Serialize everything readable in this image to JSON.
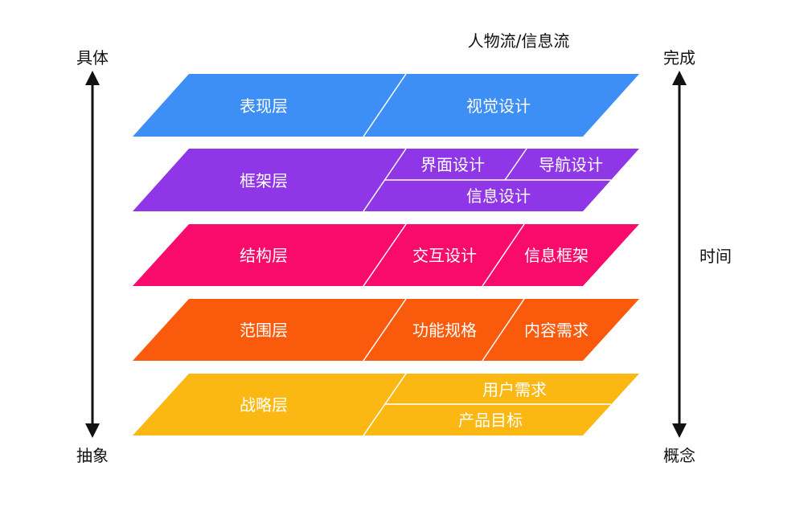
{
  "top_label": "人物流/信息流",
  "left_axis": {
    "top": "具体",
    "bottom": "抽象"
  },
  "right_axis": {
    "top": "完成",
    "middle": "时间",
    "bottom": "概念"
  },
  "layers": [
    {
      "name": "表现层",
      "color": "#3d8ff5",
      "items": [
        "视觉设计"
      ]
    },
    {
      "name": "框架层",
      "color": "#8f36e6",
      "items": [
        "界面设计",
        "导航设计",
        "信息设计"
      ]
    },
    {
      "name": "结构层",
      "color": "#f90b6b",
      "items": [
        "交互设计",
        "信息框架"
      ]
    },
    {
      "name": "范围层",
      "color": "#fa5a0b",
      "items": [
        "功能规格",
        "内容需求"
      ]
    },
    {
      "name": "战略层",
      "color": "#fbb813",
      "items": [
        "用户需求",
        "产品目标"
      ]
    }
  ]
}
